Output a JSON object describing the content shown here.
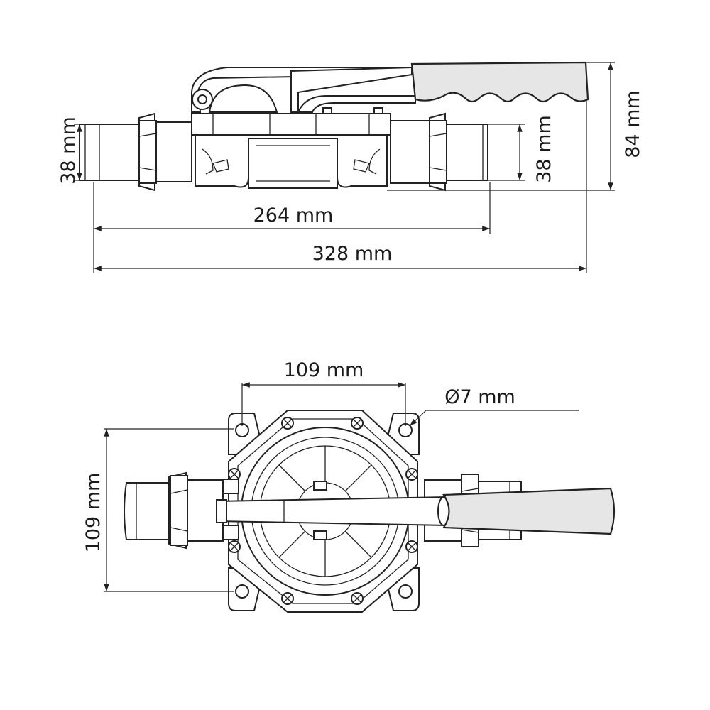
{
  "side_view": {
    "inlet_diameter": "38 mm",
    "outlet_diameter": "38 mm",
    "height": "84 mm",
    "port_to_port_length": "264 mm",
    "overall_length": "328 mm"
  },
  "top_view": {
    "mount_hole_spacing_x": "109 mm",
    "mount_hole_spacing_y": "109 mm",
    "mount_hole_diameter": "Ø7 mm"
  }
}
